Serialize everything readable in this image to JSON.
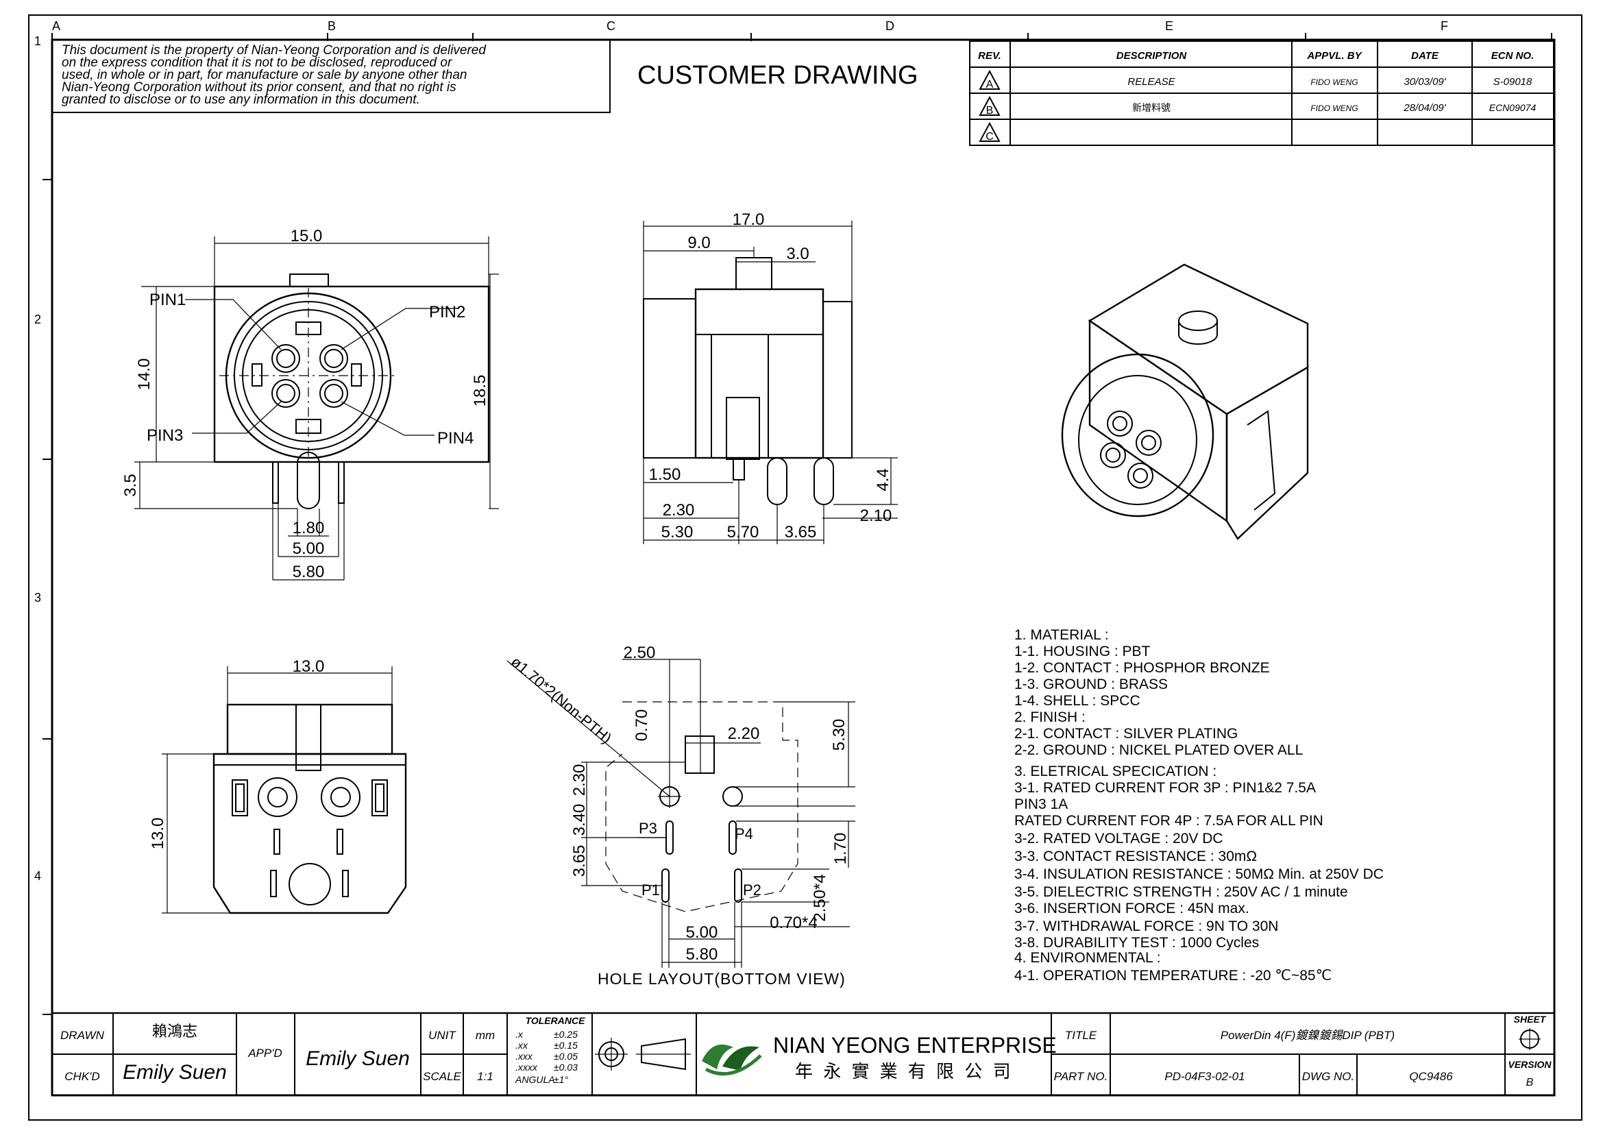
{
  "notice": {
    "lines": [
      "This document is the property of Nian-Yeong Corporation and is delivered",
      "on  the  express condition that it is not to be disclosed, reproduced or",
      "used, in whole or in part, for manufacture or sale by anyone other than",
      "Nian-Yeong Corporation without  its prior consent, and that  no right  is",
      "granted to disclose or to use any information in this  document."
    ]
  },
  "title": "CUSTOMER  DRAWING",
  "grid": {
    "columns": [
      "A",
      "B",
      "C",
      "D",
      "E",
      "F"
    ],
    "rows": [
      "1",
      "2",
      "3",
      "4"
    ]
  },
  "revision_table": {
    "headers": [
      "REV.",
      "DESCRIPTION",
      "APPVL. BY",
      "DATE",
      "ECN NO."
    ],
    "rows": [
      {
        "rev": "A",
        "description": "RELEASE",
        "appvl": "FIDO WENG",
        "date": "30/03/09'",
        "ecn": "S-09018"
      },
      {
        "rev": "B",
        "description": "新增料號",
        "appvl": "FIDO WENG",
        "date": "28/04/09'",
        "ecn": "ECN09074"
      },
      {
        "rev": "C",
        "description": "",
        "appvl": "",
        "date": "",
        "ecn": ""
      }
    ]
  },
  "front_view": {
    "dim_width": "15.0",
    "dim_height": "14.0",
    "dim_total": "18.5",
    "dim_pin": "3.5",
    "dim_a": "1.80",
    "dim_b": "5.00",
    "dim_c": "5.80",
    "pins": [
      "PIN1",
      "PIN2",
      "PIN3",
      "PIN4"
    ]
  },
  "side_view": {
    "dims": [
      "17.0",
      "9.0",
      "3.0",
      "1.50",
      "4.4",
      "2.30",
      "2.10",
      "5.30",
      "5.70",
      "3.65"
    ]
  },
  "bottom_view": {
    "dim_width": "13.0",
    "dim_height": "13.0"
  },
  "hole_layout": {
    "hole_note": "ø1.70*2(Non-PTH)",
    "dims": [
      "2.50",
      "0.70",
      "2.20",
      "5.30",
      "2.30",
      "3.40",
      "3.65",
      "1.70",
      "2.50*4",
      "0.70*4",
      "5.00",
      "5.80"
    ],
    "labels": [
      "P3",
      "P4",
      "P1",
      "P2"
    ],
    "caption": "HOLE LAYOUT(BOTTOM  VIEW)"
  },
  "notes": [
    "1.  MATERIAL  :",
    "   1-1.  HOUSING  :  PBT",
    "   1-2.  CONTACT  :  PHOSPHOR  BRONZE",
    "   1-3.  GROUND  :  BRASS",
    "   1-4.  SHELL  :  SPCC",
    "2.  FINISH  :",
    "     2-1.  CONTACT  :  SILVER  PLATING",
    "     2-2.  GROUND  :  NICKEL  PLATED  OVER  ALL",
    "3.  ELETRICAL  SPECICATION  :",
    "     3-1.  RATED  CURRENT  FOR  3P  :  PIN1&2  7.5A",
    "                                                          PIN3  1A",
    "              RATED  CURRENT  FOR  4P  :  7.5A  FOR  ALL  PIN",
    "     3-2.  RATED  VOLTAGE  :  20V  DC",
    "     3-3.  CONTACT  RESISTANCE  :  30mΩ",
    "     3-4.  INSULATION  RESISTANCE  :  50MΩ  Min.  at  250V  DC",
    "     3-5.  DIELECTRIC  STRENGTH  :  250V  AC  /  1  minute",
    "     3-6.  INSERTION  FORCE  :  45N  max.",
    "     3-7.  WITHDRAWAL  FORCE  :  9N  TO  30N",
    "     3-8.  DURABILITY  TEST  :  1000  Cycles",
    "4.  ENVIRONMENTAL  :",
    "     4-1.  OPERATION  TEMPERATURE  :  -20  ℃~85℃"
  ],
  "title_block": {
    "drawn_label": "DRAWN",
    "drawn_value": "賴鴻志",
    "chkd_label": "CHK'D",
    "chkd_value": "Emily  Suen",
    "appd_label": "APP'D",
    "appd_value": "Emily  Suen",
    "unit_label": "UNIT",
    "unit_value": "mm",
    "scale_label": "SCALE",
    "scale_value": "1:1",
    "tolerance_title": "TOLERANCE",
    "tolerance_rows": [
      [
        ".x",
        "±0.25"
      ],
      [
        ".xx",
        "±0.15"
      ],
      [
        ".xxx",
        "±0.05"
      ],
      [
        ".xxxx",
        "±0.03"
      ],
      [
        "ANGULA",
        "±1°"
      ]
    ],
    "company_en": "NIAN YEONG ENTERPRISE",
    "company_zh": "年 永 實 業 有 限 公 司",
    "title_label": "TITLE",
    "title_value": "PowerDin 4(F)鍍鎳鍍錫DIP  (PBT)",
    "part_label": "PART NO.",
    "part_value": "PD-04F3-02-01",
    "dwg_label": "DWG NO.",
    "dwg_value": "QC9486",
    "sheet_label": "SHEET",
    "version_label": "VERSION",
    "version_value": "B"
  }
}
